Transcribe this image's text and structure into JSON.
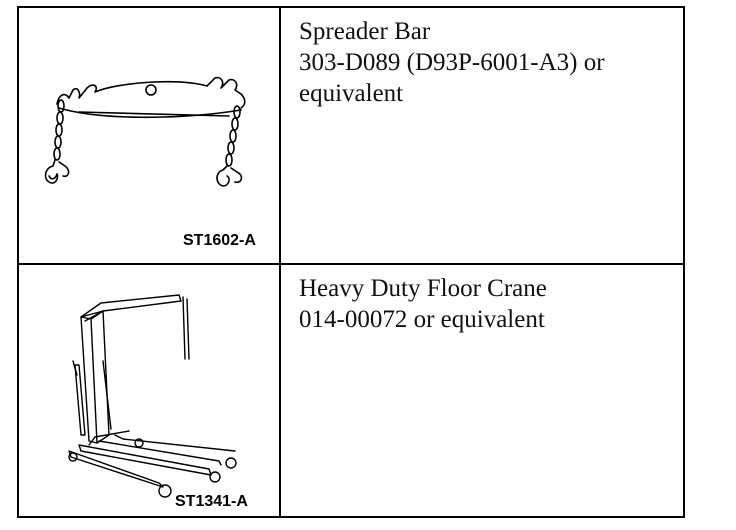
{
  "rows": [
    {
      "figure_id": "ST1602-A",
      "icon": "spreader-bar-illustration",
      "lines": [
        "Spreader Bar",
        "303-D089 (D93P-6001-A3) or",
        "equivalent"
      ]
    },
    {
      "figure_id": "ST1341-A",
      "icon": "floor-crane-illustration",
      "lines": [
        "Heavy Duty Floor Crane",
        "014-00072 or equivalent"
      ]
    }
  ]
}
